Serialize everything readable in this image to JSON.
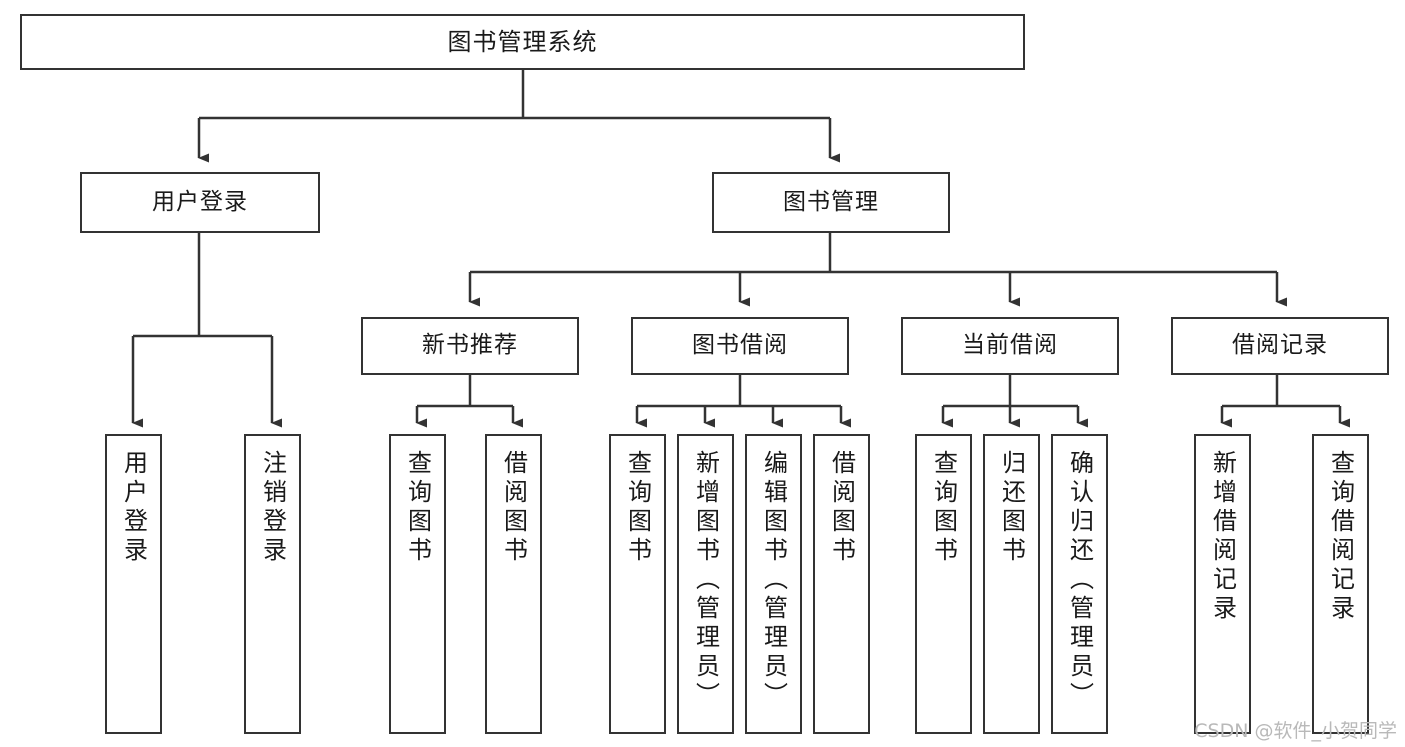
{
  "diagram": {
    "title": "图书管理系统",
    "type": "hierarchy-tree",
    "watermark": "CSDN @软件_小贺同学",
    "colors": {
      "box_border": "#333333",
      "box_fill": "#ffffff",
      "connector": "#333333",
      "text": "#1a1a1a",
      "watermark": "#b9b9b9",
      "background": "#ffffff"
    },
    "nodes": {
      "root": {
        "label": "图书管理系统"
      },
      "level1": [
        {
          "id": "user-login",
          "label": "用户登录"
        },
        {
          "id": "book-management",
          "label": "图书管理"
        }
      ],
      "level2": [
        {
          "id": "new-book-recommend",
          "label": "新书推荐"
        },
        {
          "id": "book-borrow",
          "label": "图书借阅"
        },
        {
          "id": "current-borrow",
          "label": "当前借阅"
        },
        {
          "id": "borrow-record",
          "label": "借阅记录"
        }
      ],
      "leaves": {
        "user-login": [
          {
            "id": "leaf-user-login",
            "label": "用户登录"
          },
          {
            "id": "leaf-user-logout",
            "label": "注销登录"
          }
        ],
        "new-book-recommend": [
          {
            "id": "leaf-query-book-1",
            "label": "查询图书"
          },
          {
            "id": "leaf-borrow-book-1",
            "label": "借阅图书"
          }
        ],
        "book-borrow": [
          {
            "id": "leaf-query-book-2",
            "label": "查询图书"
          },
          {
            "id": "leaf-add-book",
            "label": "新增图书（管理员）"
          },
          {
            "id": "leaf-edit-book",
            "label": "编辑图书（管理员）"
          },
          {
            "id": "leaf-borrow-book-2",
            "label": "借阅图书"
          }
        ],
        "current-borrow": [
          {
            "id": "leaf-query-book-3",
            "label": "查询图书"
          },
          {
            "id": "leaf-return-book",
            "label": "归还图书"
          },
          {
            "id": "leaf-confirm-return",
            "label": "确认归还（管理员）"
          }
        ],
        "borrow-record": [
          {
            "id": "leaf-add-record",
            "label": "新增借阅记录"
          },
          {
            "id": "leaf-query-record",
            "label": "查询借阅记录"
          }
        ]
      }
    }
  }
}
